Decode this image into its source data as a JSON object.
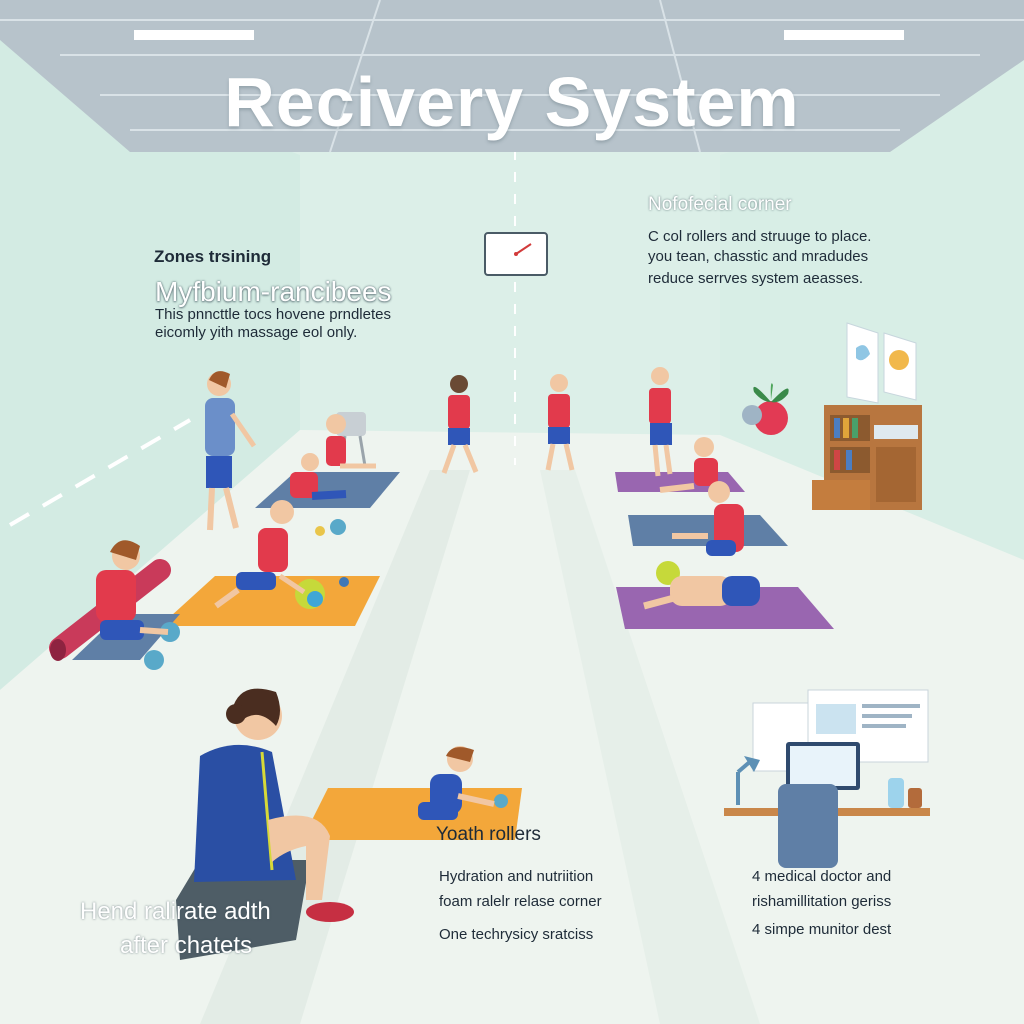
{
  "title": "Recivery System",
  "zones": {
    "label": "Zones trsining",
    "heading": "Myfbium-rancibees",
    "line1": "This pnncttle tocs hovene prndletes",
    "line2": "eicomly yith massage eol only."
  },
  "corner": {
    "heading": "Nofofecial corner",
    "line1": "C col rollers and struuge to place.",
    "line2": "you tean, chasstic and mradudes",
    "line3": "reduce serrves system aeasses."
  },
  "youth": {
    "label": "Yoath rollers"
  },
  "hydration": {
    "line1": "Hydration and nutriition",
    "line2": "foam ralelr relase corner",
    "line3": "One techrysicy sratciss"
  },
  "medical": {
    "line1": "4 medical doctor and",
    "line2": "rishamillitation geriss",
    "line3": "4 simpe munitor dest"
  },
  "after": {
    "line1": "Hend ralirate adth",
    "line2": "after chatets"
  },
  "icons": [
    "wall-clock-icon",
    "potted-plant-icon",
    "desk-lamp-icon",
    "water-bottle-icon",
    "computer-monitor-icon"
  ],
  "colors": {
    "wall": "#dcefe8",
    "floor": "#eef4ef",
    "jersey_red": "#e23a4c",
    "shorts_blue": "#2f56b8",
    "mat_orange": "#f3a73a",
    "mat_purple": "#9966b0",
    "mat_slate": "#5f7fa6"
  }
}
